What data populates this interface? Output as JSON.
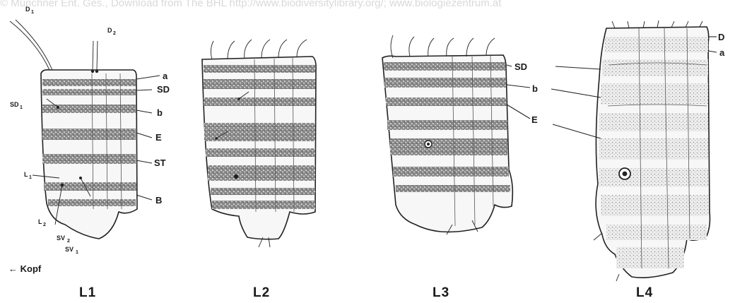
{
  "watermark": "© Münchner Ent. Ges., Download from The BHL http://www.biodiversitylibrary.org/; www.biologiezentrum.at",
  "figures": [
    {
      "title": "L1",
      "labels": [
        "a",
        "SD",
        "b",
        "E",
        "ST",
        "B"
      ],
      "setae": {
        "d": "D",
        "d_sub": "1",
        "d2": "D",
        "d2_sub": "2",
        "sd": "SD",
        "sd_sub": "1",
        "l1": "L",
        "l1_sub": "1",
        "l2": "L",
        "l2_sub": "2",
        "sv2": "SV",
        "sv2_sub": "2",
        "sv1": "SV",
        "sv1_sub": "1"
      }
    },
    {
      "title": "L2"
    },
    {
      "title": "L3",
      "labels": [
        "SD",
        "b",
        "E"
      ]
    },
    {
      "title": "L4",
      "labels": [
        "D",
        "a"
      ]
    }
  ],
  "legend": {
    "kopf": "← Kopf"
  }
}
